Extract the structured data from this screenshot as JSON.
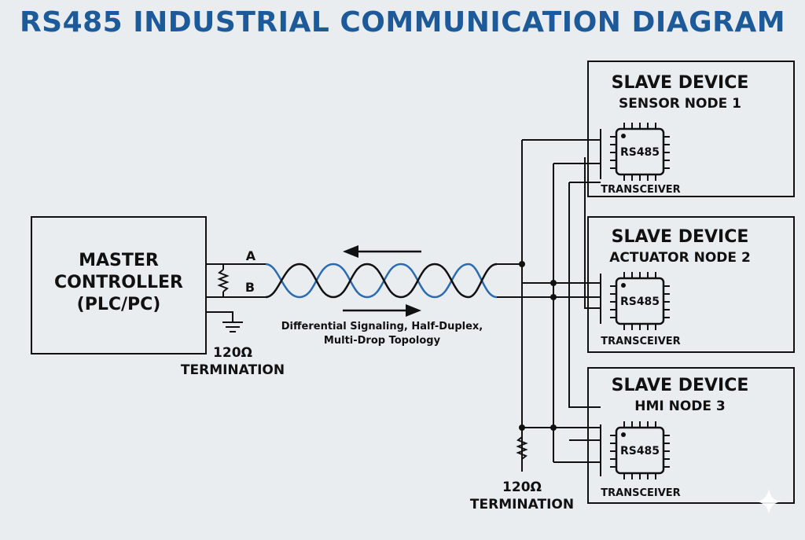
{
  "title": "RS485 INDUSTRIAL COMMUNICATION DIAGRAM",
  "master": {
    "line1": "MASTER",
    "line2": "CONTROLLER",
    "line3": "(PLC/PC)"
  },
  "lines": {
    "a": "A",
    "b": "B"
  },
  "caption": {
    "line1": "Differential Signaling, Half-Duplex,",
    "line2": "Multi-Drop Topology"
  },
  "termination_left": {
    "value": "120Ω",
    "label": "TERMINATION"
  },
  "termination_right": {
    "value": "120Ω",
    "label": "TERMINATION"
  },
  "slaves": [
    {
      "title": "SLAVE DEVICE",
      "subtitle": "SENSOR NODE 1",
      "chip": "RS485",
      "chip_label": "TRANSCEIVER"
    },
    {
      "title": "SLAVE DEVICE",
      "subtitle": "ACTUATOR NODE 2",
      "chip": "RS485",
      "chip_label": "TRANSCEIVER"
    },
    {
      "title": "SLAVE DEVICE",
      "subtitle": "HMI NODE 3",
      "chip": "RS485",
      "chip_label": "TRANSCEIVER"
    }
  ],
  "colors": {
    "title": "#1d5a99",
    "wire": "#111111",
    "twisted_blue": "#2b6cb0"
  },
  "icons": {
    "ground": "ground-icon",
    "resistor": "resistor-icon",
    "arrow_left": "arrow-left-icon",
    "arrow_right": "arrow-right-icon",
    "sparkle": "sparkle-icon"
  }
}
